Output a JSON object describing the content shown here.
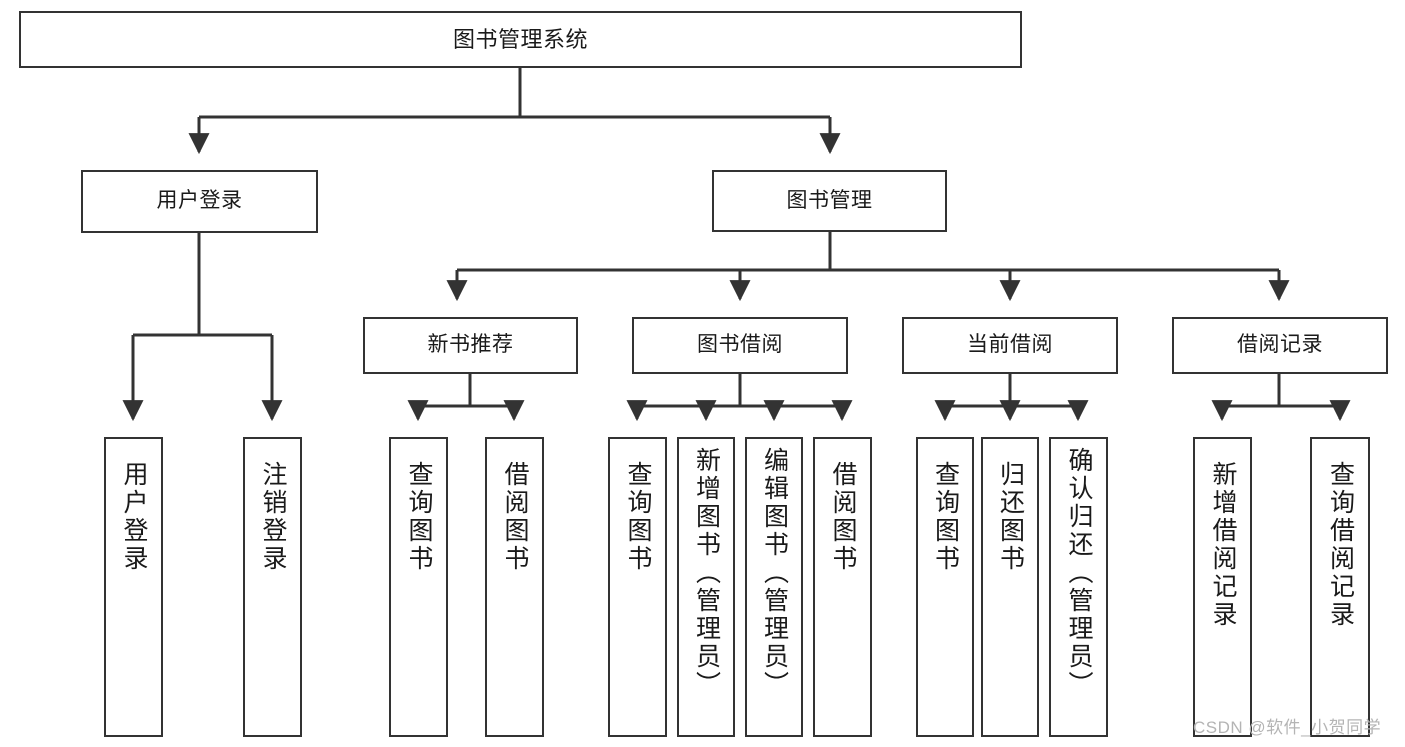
{
  "diagram": {
    "title": "图书管理系统",
    "type": "tree-hierarchy",
    "watermark": "CSDN @软件_小贺同学",
    "colors": {
      "stroke": "#333333",
      "fill": "#ffffff",
      "text": "#1a1a1a",
      "watermark": "#b4b4b4"
    },
    "levels": {
      "root": {
        "label": "图书管理系统"
      },
      "level2": [
        {
          "label": "用户登录"
        },
        {
          "label": "图书管理"
        }
      ],
      "level3": [
        {
          "label": "新书推荐"
        },
        {
          "label": "图书借阅"
        },
        {
          "label": "当前借阅"
        },
        {
          "label": "借阅记录"
        }
      ],
      "leaves": {
        "user_login": [
          {
            "label": "用户登录"
          },
          {
            "label": "注销登录"
          }
        ],
        "new_book_recommend": [
          {
            "label": "查询图书"
          },
          {
            "label": "借阅图书"
          }
        ],
        "book_borrow": [
          {
            "label": "查询图书"
          },
          {
            "label": "新增图书（管理员）"
          },
          {
            "label": "编辑图书（管理员）"
          },
          {
            "label": "借阅图书"
          }
        ],
        "current_borrow": [
          {
            "label": "查询图书"
          },
          {
            "label": "归还图书"
          },
          {
            "label": "确认归还（管理员）"
          }
        ],
        "borrow_record": [
          {
            "label": "新增借阅记录"
          },
          {
            "label": "查询借阅记录"
          }
        ]
      }
    }
  }
}
